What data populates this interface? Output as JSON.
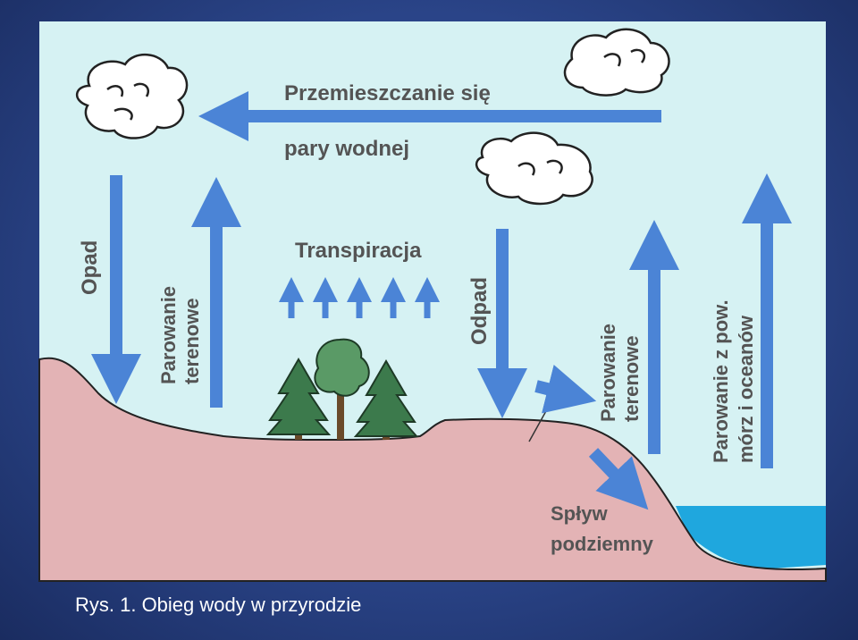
{
  "diagram": {
    "labels": {
      "vapor_movement_line1": "Przemieszczanie się",
      "vapor_movement_line2": "pary wodnej",
      "precipitation_left": "Opad",
      "terrain_evaporation_left_line1": "Parowanie",
      "terrain_evaporation_left_line2": "terenowe",
      "transpiration": "Transpiracja",
      "precipitation_right": "Odpad",
      "terrain_evaporation_right_line1": "Parowanie",
      "terrain_evaporation_right_line2": "terenowe",
      "ocean_evaporation_line1": "Parowanie z pow.",
      "ocean_evaporation_line2": "mórz i oceanów",
      "groundwater_flow_line1": "Spływ",
      "groundwater_flow_line2": "podziemny"
    },
    "icons": [
      "cloud-icon",
      "tree-icon",
      "arrow-icon"
    ],
    "colors": {
      "sky": "#d6f2f3",
      "ground": "#e3b3b5",
      "water": "#1fa7de",
      "arrow": "#4b84d6",
      "label": "#545454",
      "frame": "#2a4488"
    }
  },
  "caption": "Rys. 1. Obieg wody w przyrodzie"
}
